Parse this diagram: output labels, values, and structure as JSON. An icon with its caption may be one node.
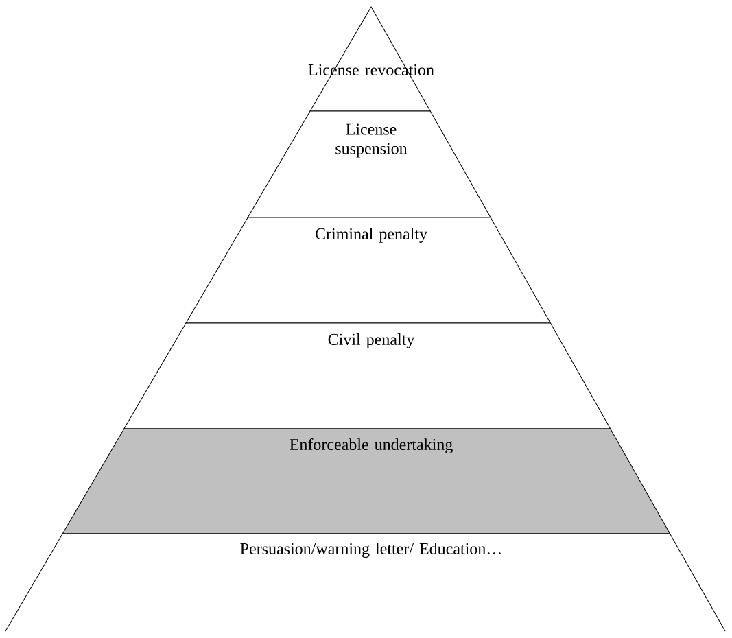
{
  "diagram": {
    "nodes": [
      {
        "text": [
          "License revocation"
        ]
      },
      {
        "text": [
          "License suspension"
        ]
      },
      {
        "text": [
          "Criminal penalty"
        ]
      },
      {
        "text": [
          "Civil penalty"
        ]
      },
      {
        "text": [
          "Enforceable undertaking"
        ]
      },
      {
        "text": [
          "Persuasion/warning letter/ Education…"
        ]
      }
    ]
  }
}
